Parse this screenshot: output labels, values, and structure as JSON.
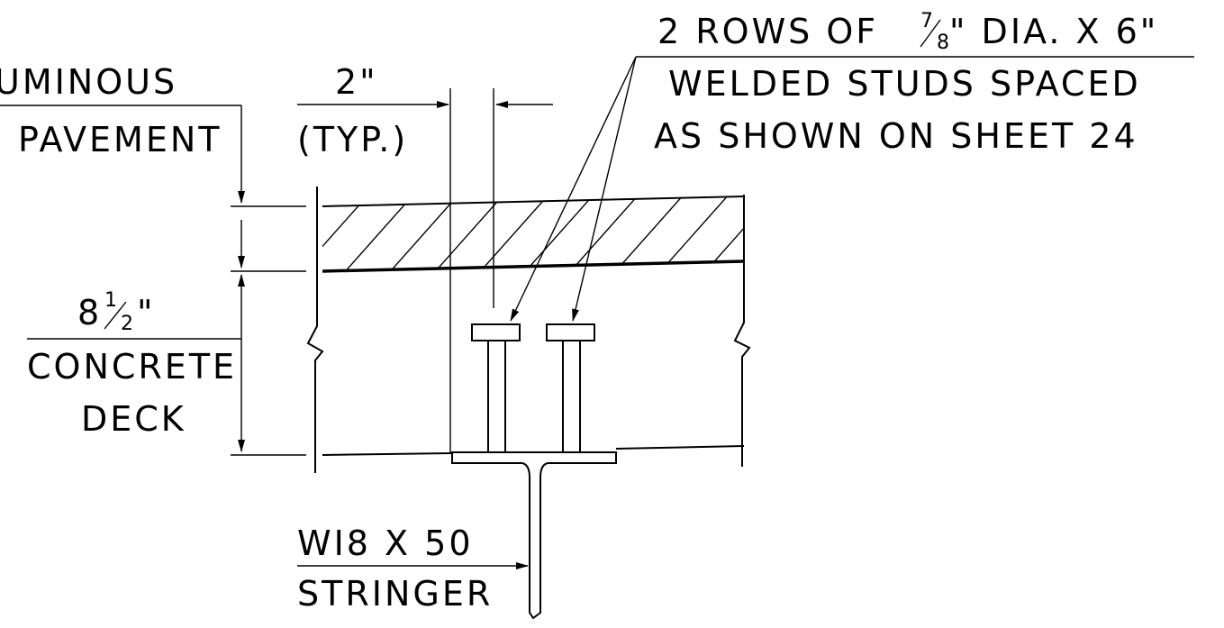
{
  "labels": {
    "bituminous_line1": "UMINOUS",
    "bituminous_line2": "PAVEMENT",
    "dim_2in": "2\"",
    "dim_typ": "(TYP.)",
    "studs_line1_a": "2 ROWS OF",
    "studs_frac_num": "7",
    "studs_frac_den": "8",
    "studs_line1_b": "\" DIA. X 6\"",
    "studs_line2": "WELDED STUDS SPACED",
    "studs_line3": "AS SHOWN ON SHEET 24",
    "deck_whole": "8",
    "deck_frac_num": "1",
    "deck_frac_den": "2",
    "deck_inch": "\"",
    "deck_line2": "CONCRETE",
    "deck_line3": "DECK",
    "stringer_line1": "WI8 X 50",
    "stringer_line2": "STRINGER"
  }
}
